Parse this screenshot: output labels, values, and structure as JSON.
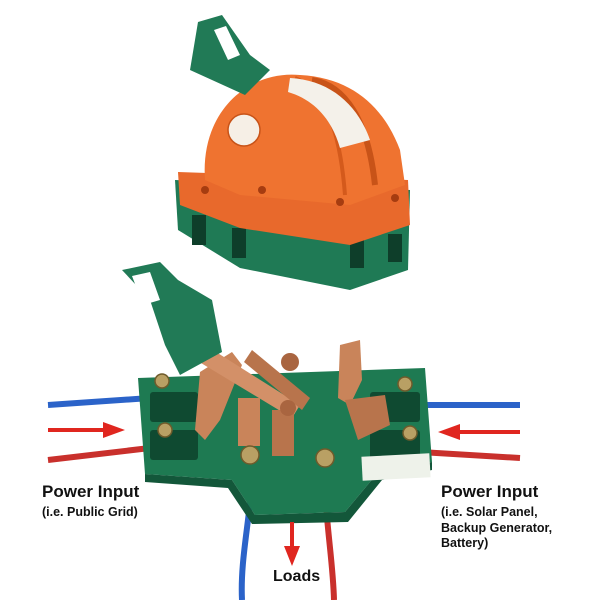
{
  "labels": {
    "left_title": "Power Input",
    "left_sub": "(i.e. Public Grid)",
    "right_title": "Power Input",
    "right_sub": "(i.e. Solar Panel,\nBackup Generator,\nBattery)",
    "loads": "Loads"
  },
  "colors": {
    "orange": "#e8692c",
    "green": "#1f7a55",
    "copper": "#c9845a",
    "wire_blue": "#2b63c9",
    "wire_red": "#c9302c",
    "arrow_red": "#e0261f"
  }
}
